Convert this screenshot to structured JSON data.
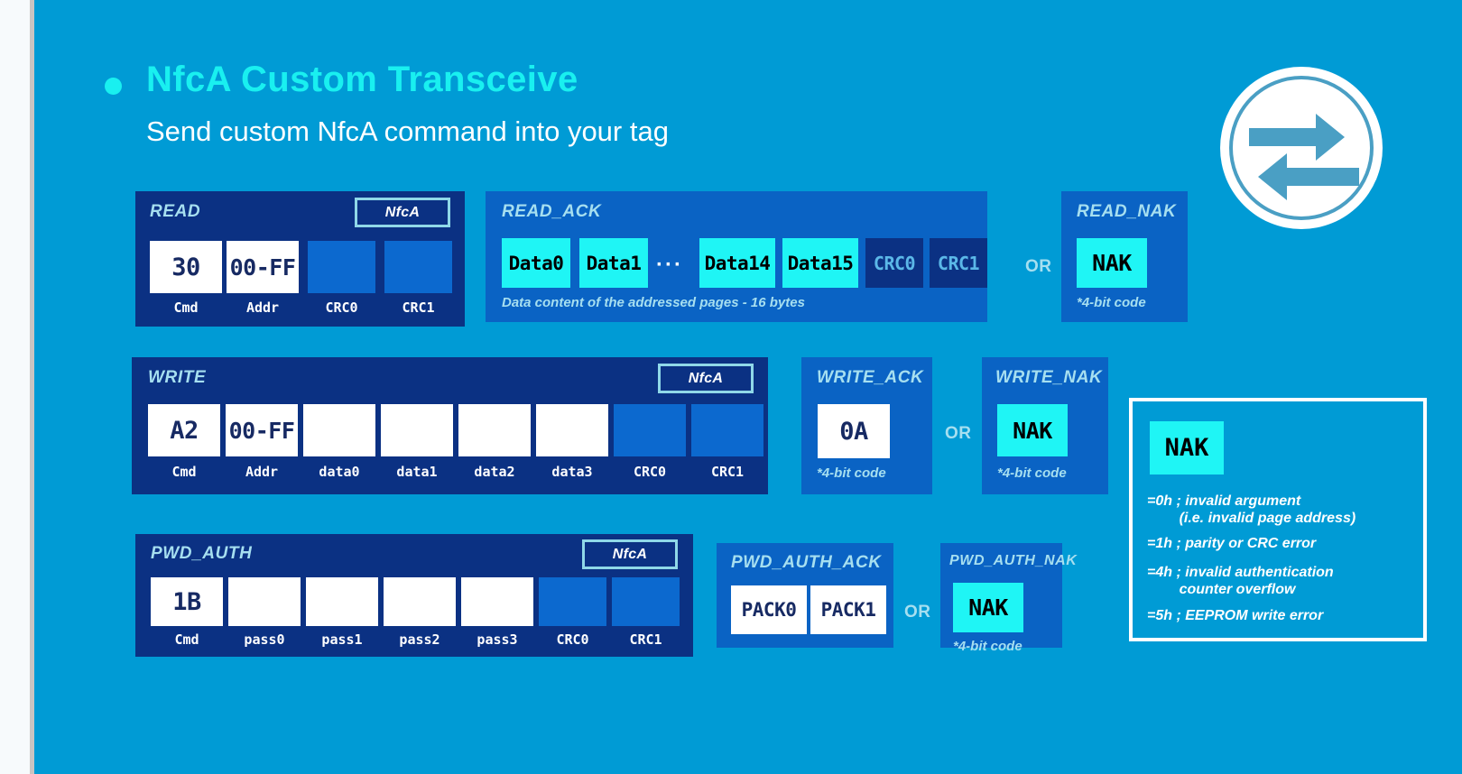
{
  "header": {
    "bullet_icon": "bullet-dot-icon",
    "title": "NfcA Custom Transceive",
    "subtitle": "Send custom NfcA command into your tag",
    "icon_name": "transceive-arrows-icon",
    "title_color": "#19f0f0",
    "background_color": "#009bd5"
  },
  "blocks": {
    "read": {
      "title": "READ",
      "badge": "NfcA",
      "cells": [
        {
          "value": "30",
          "style": "white"
        },
        {
          "value": "00-FF",
          "style": "white"
        },
        {
          "value": "",
          "style": "blue"
        },
        {
          "value": "",
          "style": "blue"
        }
      ],
      "labels": [
        "Cmd",
        "Addr",
        "CRC0",
        "CRC1"
      ]
    },
    "read_ack": {
      "title": "READ_ACK",
      "cells": [
        {
          "value": "Data0",
          "style": "cyan"
        },
        {
          "value": "Data1",
          "style": "cyan"
        },
        {
          "value": "···",
          "style": "ellipsis"
        },
        {
          "value": "Data14",
          "style": "cyan"
        },
        {
          "value": "Data15",
          "style": "cyan"
        },
        {
          "value": "CRC0",
          "style": "navy"
        },
        {
          "value": "CRC1",
          "style": "navy"
        }
      ],
      "caption": "Data content of the addressed pages - 16 bytes"
    },
    "read_nak": {
      "or": "OR",
      "title": "READ_NAK",
      "cells": [
        {
          "value": "NAK",
          "style": "cyan"
        }
      ],
      "caption": "*4-bit code"
    },
    "write": {
      "title": "WRITE",
      "badge": "NfcA",
      "cells": [
        {
          "value": "A2",
          "style": "white"
        },
        {
          "value": "00-FF",
          "style": "white"
        },
        {
          "value": "",
          "style": "white"
        },
        {
          "value": "",
          "style": "white"
        },
        {
          "value": "",
          "style": "white"
        },
        {
          "value": "",
          "style": "white"
        },
        {
          "value": "",
          "style": "blue"
        },
        {
          "value": "",
          "style": "blue"
        }
      ],
      "labels": [
        "Cmd",
        "Addr",
        "data0",
        "data1",
        "data2",
        "data3",
        "CRC0",
        "CRC1"
      ]
    },
    "write_ack": {
      "title": "WRITE_ACK",
      "cells": [
        {
          "value": "0A",
          "style": "white"
        }
      ],
      "caption": "*4-bit code"
    },
    "write_nak": {
      "or": "OR",
      "title": "WRITE_NAK",
      "cells": [
        {
          "value": "NAK",
          "style": "cyan"
        }
      ],
      "caption": "*4-bit code"
    },
    "pwd_auth": {
      "title": "PWD_AUTH",
      "badge": "NfcA",
      "cells": [
        {
          "value": "1B",
          "style": "white"
        },
        {
          "value": "",
          "style": "white"
        },
        {
          "value": "",
          "style": "white"
        },
        {
          "value": "",
          "style": "white"
        },
        {
          "value": "",
          "style": "white"
        },
        {
          "value": "",
          "style": "blue"
        },
        {
          "value": "",
          "style": "blue"
        }
      ],
      "labels": [
        "Cmd",
        "pass0",
        "pass1",
        "pass2",
        "pass3",
        "CRC0",
        "CRC1"
      ]
    },
    "pwd_auth_ack": {
      "title": "PWD_AUTH_ACK",
      "cells": [
        {
          "value": "PACK0",
          "style": "white"
        },
        {
          "value": "PACK1",
          "style": "white"
        }
      ]
    },
    "pwd_auth_nak": {
      "or": "OR",
      "title": "PWD_AUTH_NAK",
      "cells": [
        {
          "value": "NAK",
          "style": "cyan"
        }
      ],
      "caption": "*4-bit code"
    }
  },
  "nak_legend": {
    "chip": "NAK",
    "rows": [
      "=0h ; invalid argument\n        (i.e. invalid page address)",
      "=1h ; parity or CRC error",
      "=4h ; invalid authentication\n        counter overflow",
      "=5h ; EEPROM write error"
    ]
  }
}
